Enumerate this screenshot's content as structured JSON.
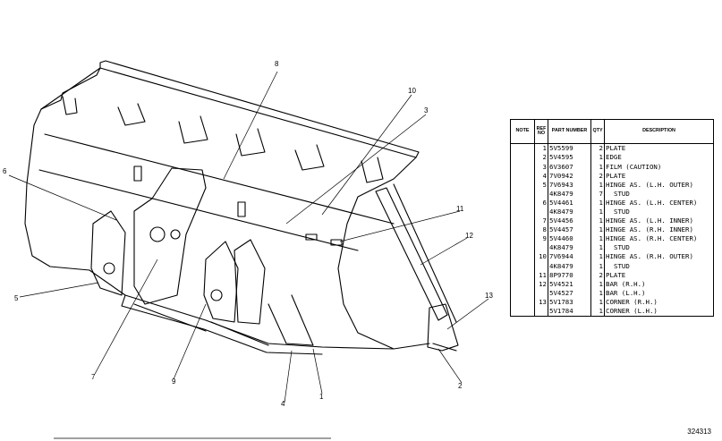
{
  "callouts": [
    "1",
    "2",
    "3",
    "4",
    "5",
    "6",
    "7",
    "8",
    "9",
    "10",
    "11",
    "12",
    "13"
  ],
  "table": {
    "headers": {
      "note": "NOTE",
      "ref": "REF NO",
      "part": "PART NUMBER",
      "qty": "QTY",
      "desc": "DESCRIPTION"
    },
    "rows": [
      {
        "ref": "1",
        "part": "5V5599",
        "qty": "2",
        "desc": "PLATE",
        "indent": false
      },
      {
        "ref": "2",
        "part": "5V4595",
        "qty": "1",
        "desc": "EDGE",
        "indent": false
      },
      {
        "ref": "3",
        "part": "6V3607",
        "qty": "1",
        "desc": "FILM (CAUTION)",
        "indent": false
      },
      {
        "ref": "4",
        "part": "7V0942",
        "qty": "2",
        "desc": "PLATE",
        "indent": false
      },
      {
        "ref": "5",
        "part": "7V6943",
        "qty": "1",
        "desc": "HINGE AS. (L.H. OUTER)",
        "indent": false
      },
      {
        "ref": "",
        "part": "4K8479",
        "qty": "7",
        "desc": "STUD",
        "indent": true
      },
      {
        "ref": "6",
        "part": "5V4461",
        "qty": "1",
        "desc": "HINGE AS. (L.H. CENTER)",
        "indent": false
      },
      {
        "ref": "",
        "part": "4K8479",
        "qty": "1",
        "desc": "STUD",
        "indent": true
      },
      {
        "ref": "7",
        "part": "5V4456",
        "qty": "1",
        "desc": "HINGE AS. (L.H. INNER)",
        "indent": false
      },
      {
        "ref": "8",
        "part": "5V4457",
        "qty": "1",
        "desc": "HINGE AS. (R.H. INNER)",
        "indent": false
      },
      {
        "ref": "9",
        "part": "5V4460",
        "qty": "1",
        "desc": "HINGE AS. (R.H. CENTER)",
        "indent": false
      },
      {
        "ref": "",
        "part": "4K8479",
        "qty": "1",
        "desc": "STUD",
        "indent": true
      },
      {
        "ref": "10",
        "part": "7V6944",
        "qty": "1",
        "desc": "HINGE AS. (R.H. OUTER)",
        "indent": false
      },
      {
        "ref": "",
        "part": "4K8479",
        "qty": "1",
        "desc": "STUD",
        "indent": true
      },
      {
        "ref": "11",
        "part": "8P9770",
        "qty": "2",
        "desc": "PLATE",
        "indent": false
      },
      {
        "ref": "12",
        "part": "5V4521",
        "qty": "1",
        "desc": "BAR (R.H.)",
        "indent": false
      },
      {
        "ref": "",
        "part": "5V4527",
        "qty": "1",
        "desc": "BAR (L.H.)",
        "indent": false
      },
      {
        "ref": "13",
        "part": "5V1783",
        "qty": "1",
        "desc": "CORNER (R.H.)",
        "indent": false
      },
      {
        "ref": "",
        "part": "5V1784",
        "qty": "1",
        "desc": "CORNER (L.H.)",
        "indent": false
      }
    ]
  },
  "drawing_number": "324313"
}
